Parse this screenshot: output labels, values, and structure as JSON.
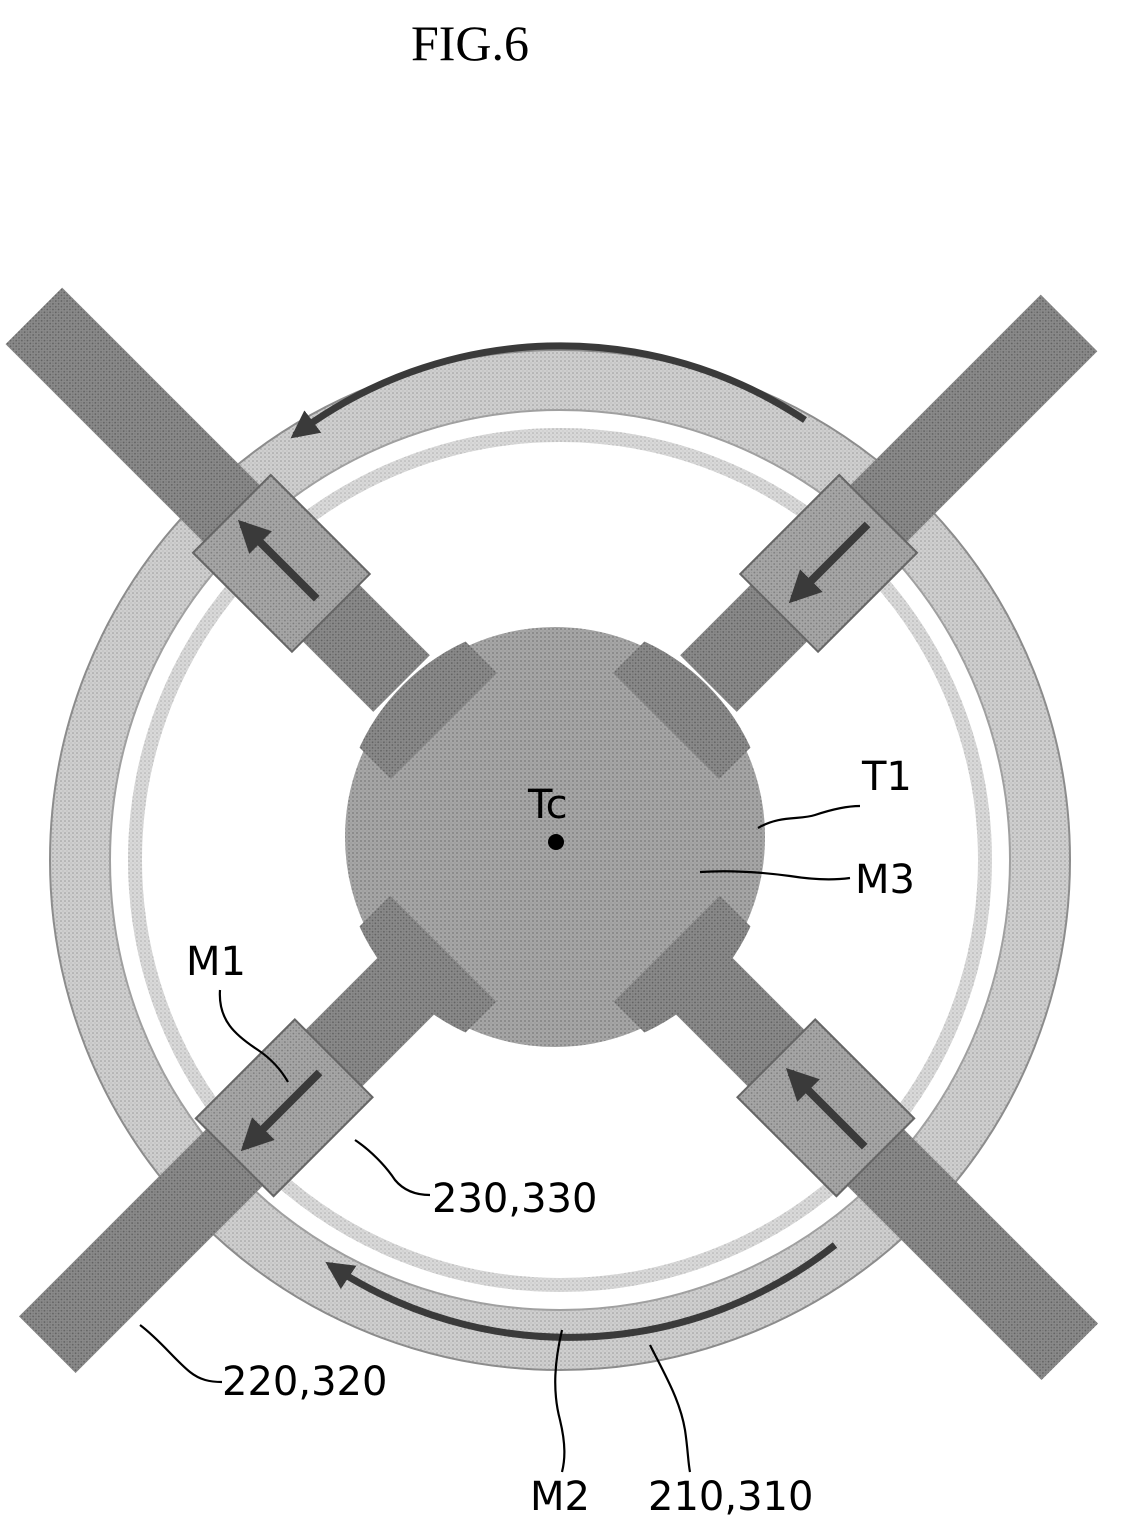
{
  "figure": {
    "title": "FIG.6",
    "labels": {
      "tc": "Tc",
      "t1": "T1",
      "m3": "M3",
      "m1": "M1",
      "ref_230_330": "230,330",
      "ref_220_320": "220,320",
      "m2": "M2",
      "ref_210_310": "210,310"
    }
  }
}
